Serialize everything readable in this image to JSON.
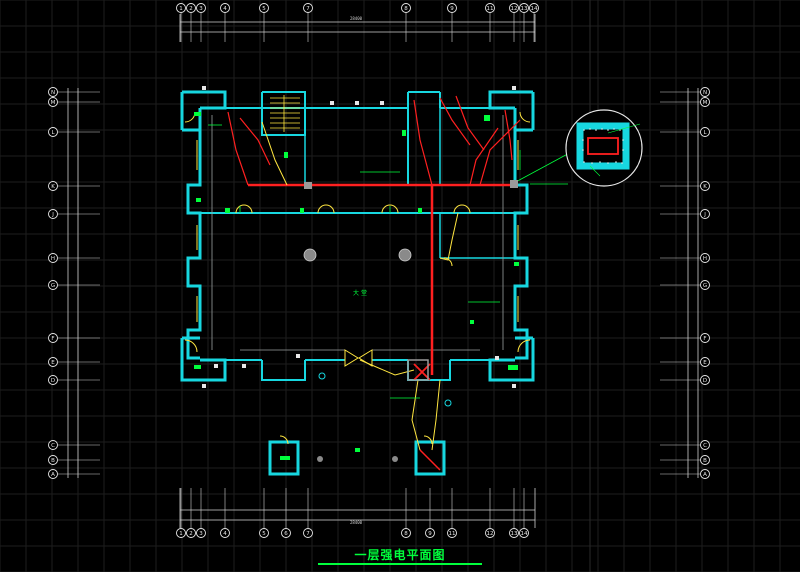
{
  "drawing": {
    "title": "一层强电平面图",
    "hall_label": "大 堂",
    "colors": {
      "background": "#000000",
      "grid": "#1f1f1f",
      "wall": "#17d7e0",
      "power_line": "#ff2020",
      "green": "#00ff3c",
      "white": "#e8e8e8",
      "yellow": "#ffe640"
    },
    "column_axes_top": [
      "1",
      "2",
      "3",
      "4",
      "5",
      "7",
      "8",
      "9",
      "11",
      "12",
      "13",
      "14"
    ],
    "column_axes_bottom": [
      "1",
      "2",
      "3",
      "4",
      "5",
      "6",
      "7",
      "8",
      "9",
      "11",
      "12",
      "13",
      "14"
    ],
    "row_axes": [
      "N",
      "M",
      "L",
      "K",
      "J",
      "H",
      "G",
      "F",
      "E",
      "D",
      "C",
      "B",
      "A"
    ],
    "top_total_dimension": "28400",
    "bottom_total_dimension": "28400"
  }
}
